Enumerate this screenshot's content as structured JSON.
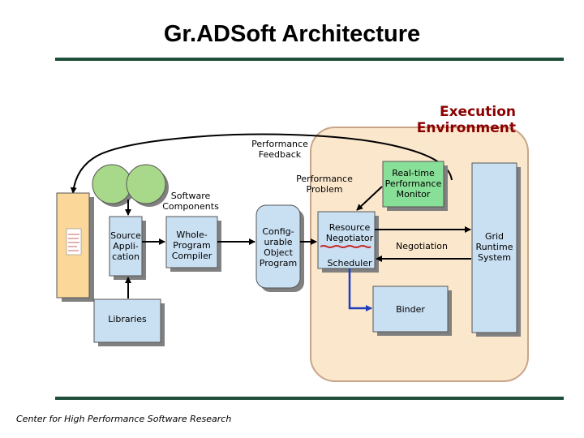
{
  "title": "Gr.ADSoft Architecture",
  "env_title": "Execution Environment",
  "footer": "Center for High Performance Software Research",
  "labels": {
    "performance_feedback": [
      "Performance",
      "Feedback"
    ],
    "performance_problem": [
      "Performance",
      "Problem"
    ],
    "software_components": [
      "Software",
      "Components"
    ],
    "source_application": [
      "Source",
      "Appli-",
      "cation"
    ],
    "whole_program_compiler": [
      "Whole-",
      "Program",
      "Compiler"
    ],
    "configurable_object_program": [
      "Config-",
      "urable",
      "Object",
      "Program"
    ],
    "resource_negotiator": [
      "Resource",
      "Negotiator"
    ],
    "scheduler": "Scheduler",
    "realtime_monitor": [
      "Real-time",
      "Performance",
      "Monitor"
    ],
    "negotiation": "Negotiation",
    "grid_runtime_system": [
      "Grid",
      "Runtime",
      "System"
    ],
    "binder": "Binder",
    "libraries": "Libraries"
  },
  "colors": {
    "box_fill": "#c9dff2",
    "box_shadow": "#808080",
    "env_fill": "#fbe7cc",
    "env_border": "#c8a48a",
    "monitor_fill": "#88e098",
    "component_fill": "#a8d88a",
    "doc_fill": "#fbd79a",
    "binder_arrow": "#1f3fbf",
    "rule": "#1f4f3a",
    "env_title": "#8b0000"
  }
}
